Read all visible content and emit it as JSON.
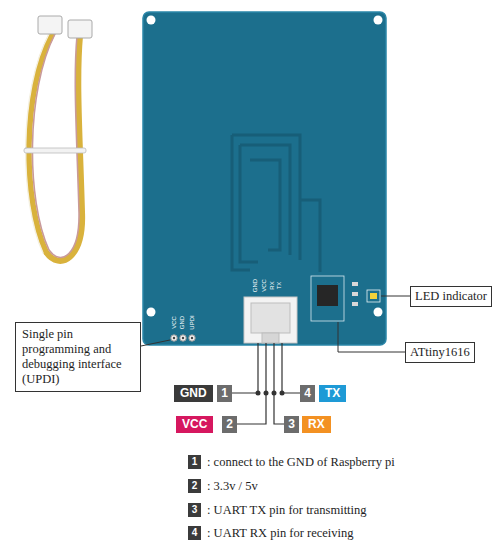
{
  "diagram": {
    "nodes": [
      {
        "text": [
          "LED indicator"
        ]
      },
      {
        "text": [
          "Single pin programming and debugging interface (UPDI)"
        ]
      },
      {
        "text": [
          "ATtiny1616"
        ]
      },
      {
        "text": [
          "GND"
        ]
      },
      {
        "text": [
          "1"
        ]
      },
      {
        "text": [
          "4"
        ]
      },
      {
        "text": [
          "TX"
        ]
      },
      {
        "text": [
          "VCC"
        ]
      },
      {
        "text": [
          "2"
        ]
      },
      {
        "text": [
          "3"
        ]
      },
      {
        "text": [
          "RX"
        ]
      },
      {
        "text": [
          "1"
        ]
      },
      {
        "text": [
          "2"
        ]
      },
      {
        "text": [
          "3"
        ]
      },
      {
        "text": [
          "4"
        ]
      }
    ],
    "labels": [
      "GND",
      "VCC",
      "RX",
      "TX",
      "VCC",
      "GND",
      "UPDI",
      ": connect to the GND of Raspberry pi",
      ": 3.3v / 5v",
      ": UART TX pin for transmitting",
      ": UART RX pin for receiving"
    ]
  }
}
